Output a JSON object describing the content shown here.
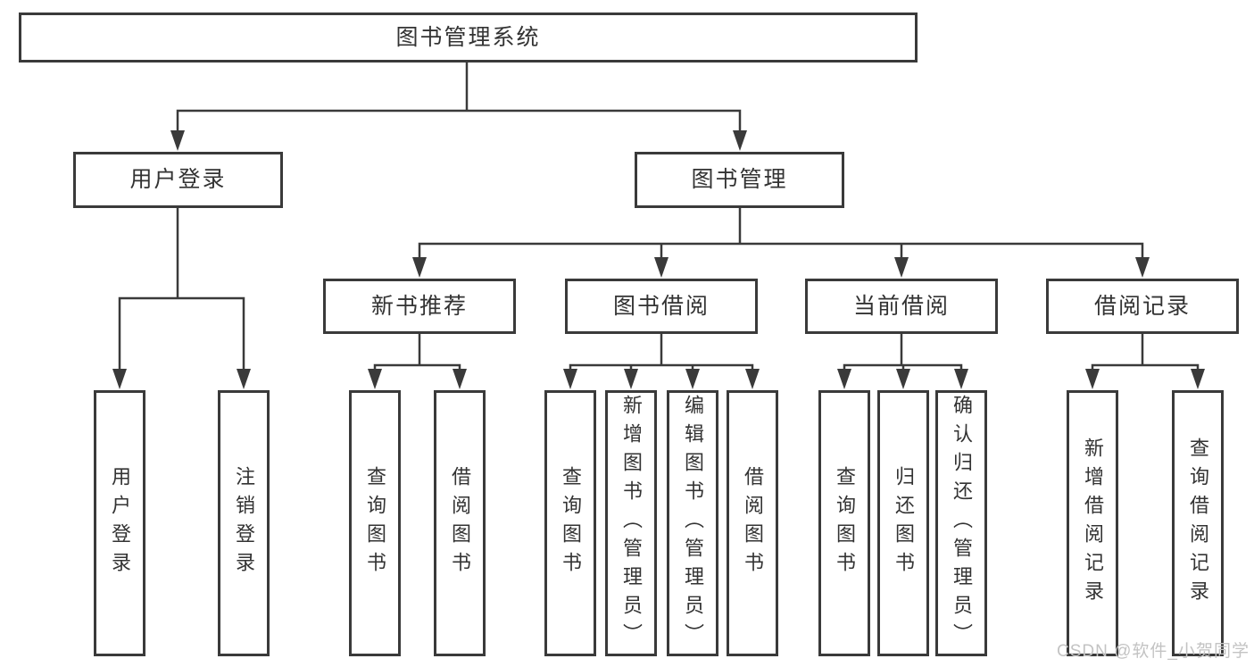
{
  "tree": {
    "root": "图书管理系统",
    "level2": [
      "用户登录",
      "图书管理"
    ],
    "level3": [
      "新书推荐",
      "图书借阅",
      "当前借阅",
      "借阅记录"
    ],
    "leaves_user_login": [
      "用户登录",
      "注销登录"
    ],
    "leaves_new_book": [
      "查询图书",
      "借阅图书"
    ],
    "leaves_book_borrow": [
      "查询图书",
      "新增图书（管理员）",
      "编辑图书（管理员）",
      "借阅图书"
    ],
    "leaves_current_borrow": [
      "查询图书",
      "归还图书",
      "确认归还（管理员）"
    ],
    "leaves_borrow_records": [
      "新增借阅记录",
      "查询借阅记录"
    ]
  },
  "watermark": "CSDN @软件_小贺同学",
  "colors": {
    "line": "#3a3a3a",
    "text": "#333333",
    "node_background": "#ffffff",
    "page_background": "#ffffff",
    "watermark": "#c3c3c3"
  }
}
